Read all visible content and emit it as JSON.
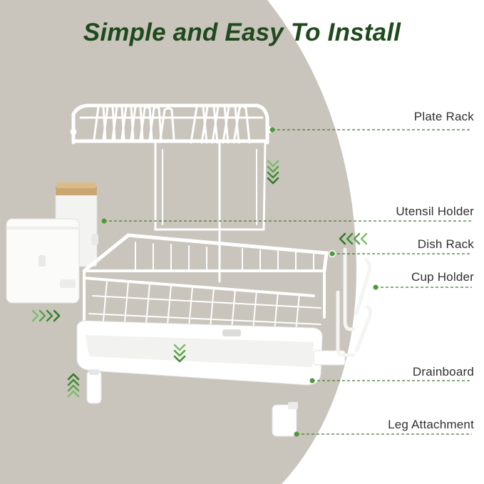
{
  "title": "Simple and Easy To Install",
  "parts": [
    {
      "label": "Plate Rack"
    },
    {
      "label": "Utensil Holder"
    },
    {
      "label": "Dish Rack"
    },
    {
      "label": "Cup Holder"
    },
    {
      "label": "Drainboard"
    },
    {
      "label": "Leg Attachment"
    }
  ],
  "colors": {
    "background": "#c9c4bc",
    "panel": "#ffffff",
    "title": "#1f4a1c",
    "leader_line": "#3f7d2c",
    "arrow_green": "#4a9a3a"
  },
  "icons": [
    "chevron-arrow-icon",
    "leader-dot-icon"
  ]
}
